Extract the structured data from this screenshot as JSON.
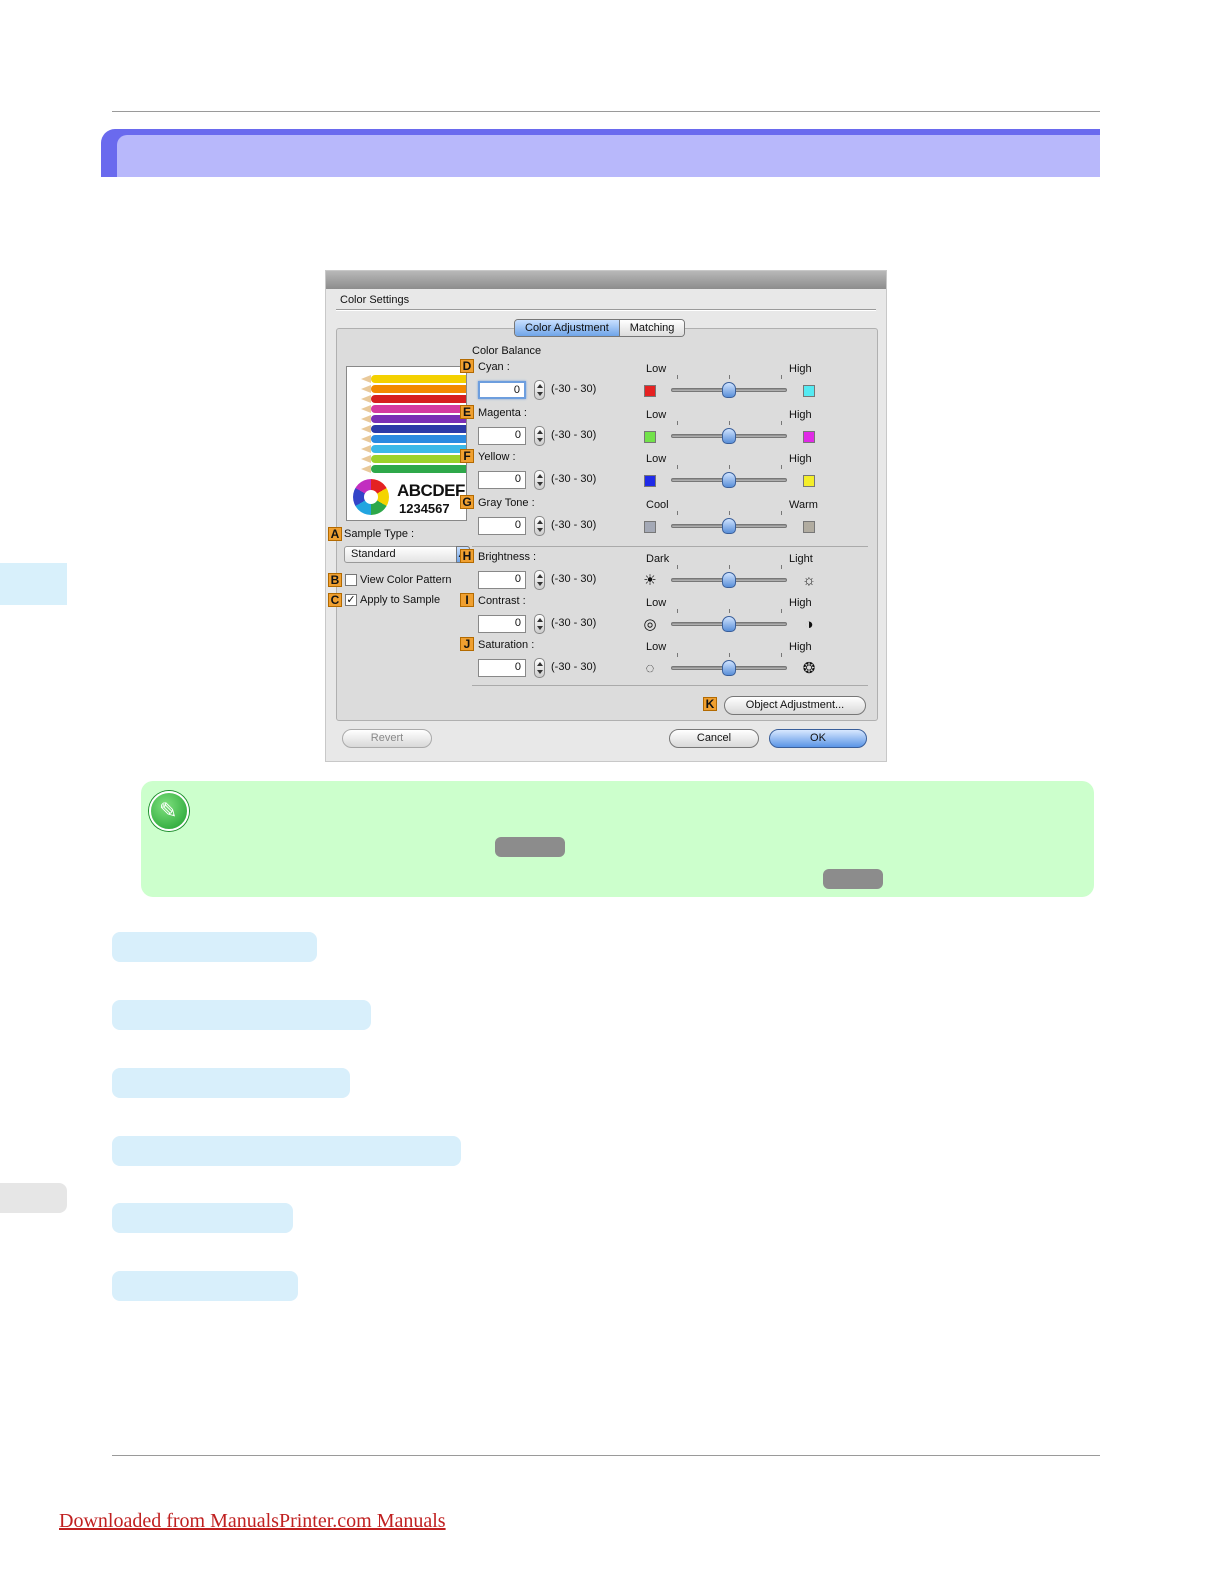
{
  "dialog": {
    "title": "Color Settings",
    "tabs": [
      {
        "label": "Color Adjustment",
        "active": true
      },
      {
        "label": "Matching",
        "active": false
      }
    ],
    "color_balance_heading": "Color Balance",
    "sample_type_label": "Sample Type :",
    "sample_type_value": "Standard",
    "view_color_pattern_label": "View Color Pattern",
    "view_color_pattern_checked": false,
    "apply_to_sample_label": "Apply to Sample",
    "apply_to_sample_checked": true,
    "preview_text1": "ABCDEF",
    "preview_text2": "1234567",
    "controls": [
      {
        "callout": "D",
        "label": "Cyan :",
        "value": "0",
        "range": "(-30 - 30)",
        "low": "Low",
        "high": "High",
        "low_color": "#e52222",
        "high_color": "#55eaf2",
        "slider_value": 0
      },
      {
        "callout": "E",
        "label": "Magenta :",
        "value": "0",
        "range": "(-30 - 30)",
        "low": "Low",
        "high": "High",
        "low_color": "#72e24a",
        "high_color": "#e02ae6",
        "slider_value": 0
      },
      {
        "callout": "F",
        "label": "Yellow :",
        "value": "0",
        "range": "(-30 - 30)",
        "low": "Low",
        "high": "High",
        "low_color": "#1f2ae8",
        "high_color": "#f4ee2a",
        "slider_value": 0
      },
      {
        "callout": "G",
        "label": "Gray Tone :",
        "value": "0",
        "range": "(-30 - 30)",
        "low": "Cool",
        "high": "Warm",
        "low_color": "#a4a9b6",
        "high_color": "#b1aca0",
        "slider_value": 0
      },
      {
        "callout": "H",
        "label": "Brightness :",
        "value": "0",
        "range": "(-30 - 30)",
        "low": "Dark",
        "high": "Light",
        "low_icon": "sun-dark-icon",
        "high_icon": "sun-light-icon",
        "slider_value": 0
      },
      {
        "callout": "I",
        "label": "Contrast :",
        "value": "0",
        "range": "(-30 - 30)",
        "low": "Low",
        "high": "High",
        "low_icon": "contrast-low-icon",
        "high_icon": "contrast-high-icon",
        "slider_value": 0
      },
      {
        "callout": "J",
        "label": "Saturation :",
        "value": "0",
        "range": "(-30 - 30)",
        "low": "Low",
        "high": "High",
        "low_icon": "saturation-low-icon",
        "high_icon": "saturation-high-icon",
        "slider_value": 0
      }
    ],
    "callouts": {
      "a": "A",
      "b": "B",
      "c": "C",
      "k": "K"
    },
    "object_adjustment_label": "Object Adjustment...",
    "revert_label": "Revert",
    "cancel_label": "Cancel",
    "ok_label": "OK"
  },
  "footer": {
    "link_text": "Downloaded from ManualsPrinter.com Manuals"
  },
  "colors": {
    "section_bar": "#6a6aee",
    "section_bar_inner": "#b8b8fb",
    "note_bg": "#ccffcc",
    "link_pill": "#d8effb",
    "callout": "#f0a030",
    "footer_link": "#c02020"
  }
}
